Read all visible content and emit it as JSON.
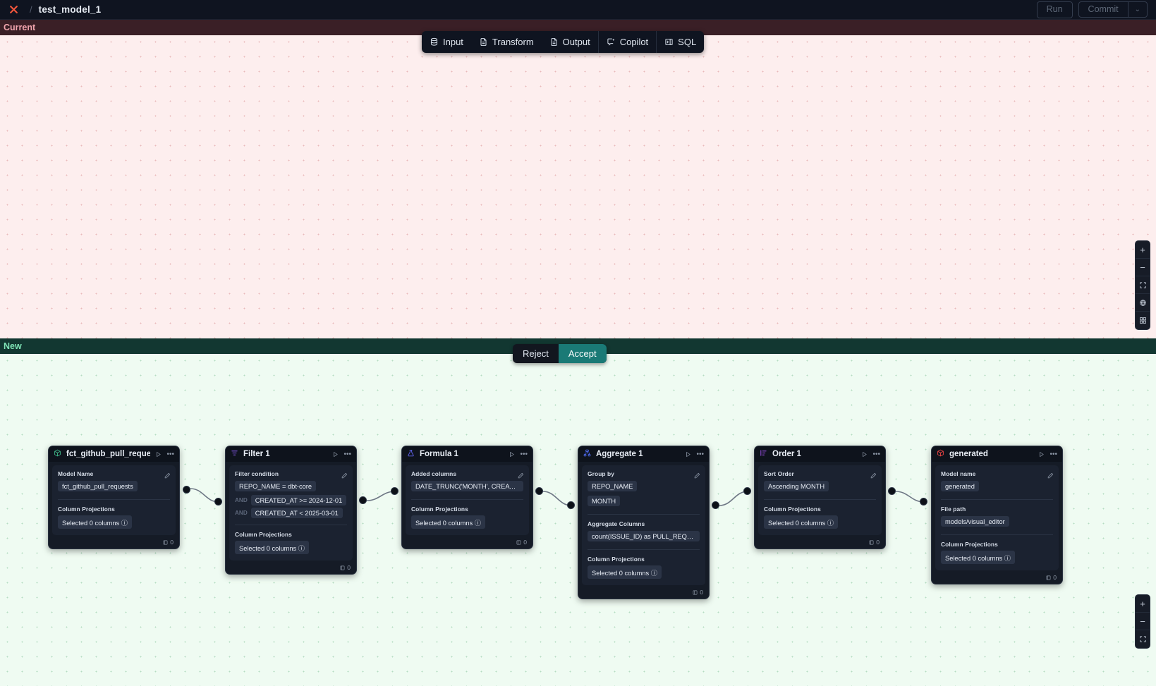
{
  "header": {
    "logo_icon": "x-logo-icon",
    "breadcrumb_separator": "/",
    "title": "test_model_1",
    "run_label": "Run",
    "commit_label": "Commit",
    "commit_caret": "⌄"
  },
  "toolbar": {
    "items": [
      {
        "label": "Input",
        "icon": "database-icon"
      },
      {
        "label": "Transform",
        "icon": "file-icon"
      },
      {
        "label": "Output",
        "icon": "file-icon"
      },
      {
        "label": "Copilot",
        "icon": "copilot-sparkle-icon"
      },
      {
        "label": "SQL",
        "icon": "panel-icon"
      }
    ]
  },
  "panes": {
    "current_label": "Current",
    "new_label": "New"
  },
  "decision": {
    "reject_label": "Reject",
    "accept_label": "Accept",
    "accept_color": "#1a7a76"
  },
  "zoom_controls": {
    "top": [
      "+",
      "−",
      "fit-icon",
      "target-icon",
      "grid-icon"
    ],
    "bottom": [
      "+",
      "−",
      "fit-icon"
    ]
  },
  "common": {
    "column_projections_label": "Column Projections",
    "selected_columns_value": "Selected 0 columns",
    "info_icon": "info-icon",
    "run_node_icon": "play-icon",
    "more_icon": "more-icon",
    "edit_icon": "pencil-icon",
    "stack_count": "0"
  },
  "nodes": [
    {
      "id": "source",
      "title": "fct_github_pull_requests",
      "icon": "cube-icon",
      "icon_color": "#3fb98a",
      "sections": [
        {
          "label": "Model Name",
          "values": [
            "fct_github_pull_requests"
          ]
        }
      ]
    },
    {
      "id": "filter",
      "title": "Filter 1",
      "icon": "filter-icon",
      "icon_color": "#8b5cf6",
      "sections": [
        {
          "label": "Filter condition",
          "conditions": [
            {
              "op": "",
              "value": "REPO_NAME = dbt-core"
            },
            {
              "op": "AND",
              "value": "CREATED_AT >= 2024-12-01"
            },
            {
              "op": "AND",
              "value": "CREATED_AT < 2025-03-01"
            }
          ]
        }
      ]
    },
    {
      "id": "formula",
      "title": "Formula 1",
      "icon": "flask-icon",
      "icon_color": "#6366f1",
      "sections": [
        {
          "label": "Added columns",
          "values": [
            "DATE_TRUNC('MONTH', CREATED_AT…"
          ]
        }
      ]
    },
    {
      "id": "aggregate",
      "title": "Aggregate 1",
      "icon": "aggregate-icon",
      "icon_color": "#4f6bf0",
      "sections": [
        {
          "label": "Group by",
          "values": [
            "REPO_NAME",
            "MONTH"
          ]
        },
        {
          "label": "Aggregate Columns",
          "values": [
            "count(ISSUE_ID) as PULL_REQUEST_…"
          ]
        }
      ]
    },
    {
      "id": "order",
      "title": "Order 1",
      "icon": "sort-icon",
      "icon_color": "#a855f7",
      "sections": [
        {
          "label": "Sort Order",
          "values": [
            "Ascending MONTH"
          ]
        }
      ]
    },
    {
      "id": "generated",
      "title": "generated",
      "icon": "cube-icon",
      "icon_color": "#ef4444",
      "sections": [
        {
          "label": "Model name",
          "values": [
            "generated"
          ]
        },
        {
          "label": "File path",
          "values": [
            "models/visual_editor"
          ]
        }
      ]
    }
  ]
}
